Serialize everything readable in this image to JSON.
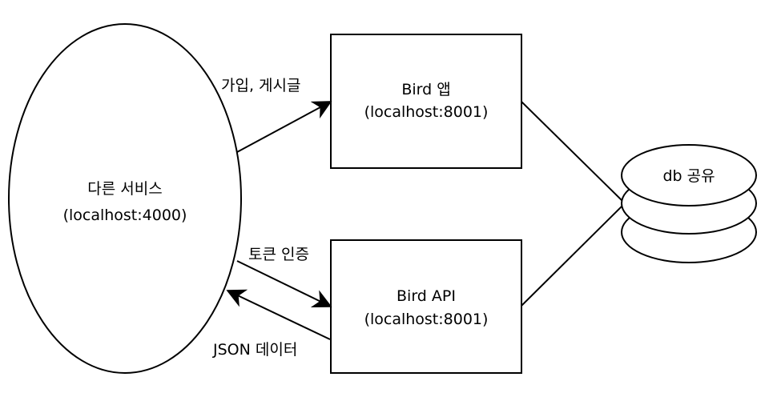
{
  "colors": {
    "stroke": "#000000",
    "fill": "#ffffff",
    "text": "#000000"
  },
  "nodes": {
    "client_service": {
      "name": "다른 서비스",
      "address": "(localhost:4000)"
    },
    "bird_app": {
      "name": "Bird 앱",
      "address": "(localhost:8001)"
    },
    "bird_api": {
      "name": "Bird API",
      "address": "(localhost:8001)"
    },
    "database": {
      "label": "db 공유"
    }
  },
  "edges": {
    "signup_post": {
      "label": "가입, 게시글"
    },
    "token_auth": {
      "label": "토큰 인증"
    },
    "json_data": {
      "label": "JSON 데이터"
    }
  }
}
